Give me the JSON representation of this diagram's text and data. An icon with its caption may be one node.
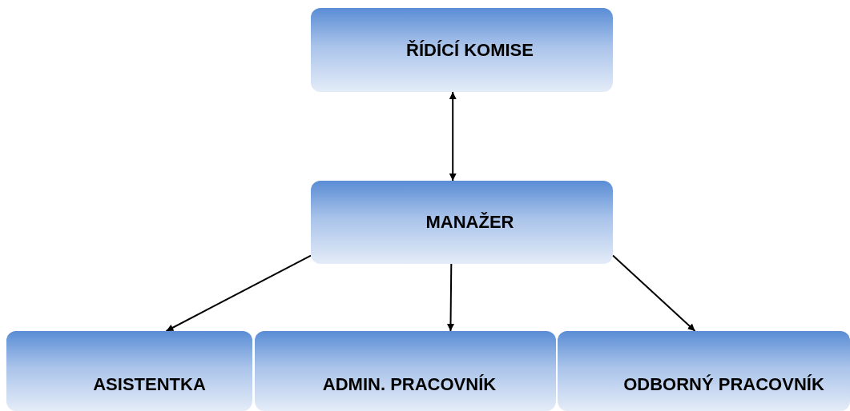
{
  "diagram": {
    "nodes": [
      {
        "text": [
          "ŘÍDÍCÍ KOMISE"
        ]
      },
      {
        "text": [
          "MANAŽER"
        ]
      },
      {
        "text": [
          "ASISTENTKA"
        ]
      },
      {
        "text": [
          "ADMIN. PRACOVNÍK"
        ]
      },
      {
        "text": [
          "ODBORNÝ PRACOVNÍK"
        ]
      }
    ],
    "edges": [
      {
        "from": 0,
        "to": 1,
        "arrow": "both"
      },
      {
        "from": 1,
        "to": 2,
        "arrow": "to"
      },
      {
        "from": 1,
        "to": 3,
        "arrow": "to"
      },
      {
        "from": 1,
        "to": 4,
        "arrow": "to"
      }
    ]
  }
}
